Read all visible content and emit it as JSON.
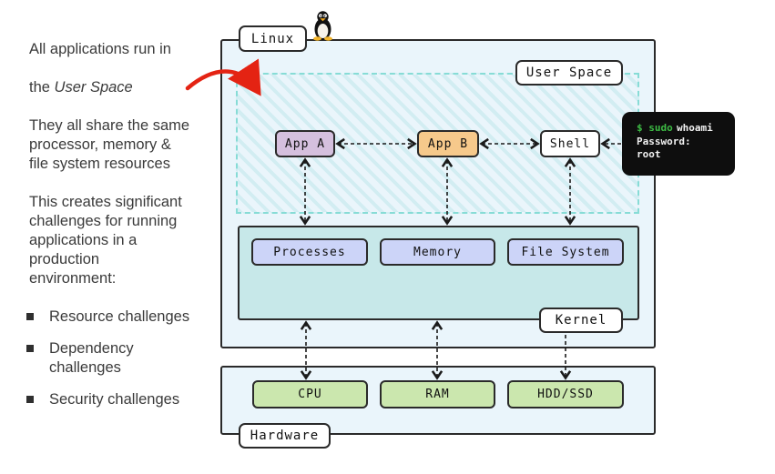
{
  "notes": {
    "para1_line1": "All applications run in",
    "para1_line2_prefix": "the ",
    "para1_line2_italic": "User Space",
    "para2": "They all share the same\nprocessor, memory &\nfile system resources",
    "para3": "This creates significant\nchallenges for running\napplications in a\nproduction\nenvironment:",
    "bullets": [
      "Resource challenges",
      "Dependency\nchallenges",
      "Security challenges"
    ]
  },
  "diagram": {
    "linux_label": "Linux",
    "user_space_label": "User Space",
    "apps": [
      "App A",
      "App B",
      "Shell"
    ],
    "kernel_label": "Kernel",
    "kernel_components": [
      "Processes",
      "Memory",
      "File System"
    ],
    "hardware_label": "Hardware",
    "hardware_components": [
      "CPU",
      "RAM",
      "HDD/SSD"
    ],
    "terminal": {
      "line1_prompt": "$ sudo",
      "line1_cmd": "whoami",
      "line2": "Password:",
      "line3": "root"
    },
    "icons": [
      "tux-penguin-icon",
      "red-curved-arrow"
    ]
  },
  "colors": {
    "outer_fill": "#eaf5fb",
    "outline": "#2a2a2a",
    "user_space_border": "#87dcd6",
    "hatch_stripe": "#d2edf2",
    "kernel_fill": "#c7e8e9",
    "component_fill": "#ccd4f8",
    "hardware_fill": "#cbe7ae",
    "app_a_fill": "#d5c0de",
    "app_b_fill": "#f6c98b",
    "terminal_bg": "#0e0e0e",
    "terminal_green": "#3dbb44",
    "terminal_text": "#f2f2f2",
    "red_arrow": "#e42313",
    "text_color": "#3a3a3a"
  }
}
